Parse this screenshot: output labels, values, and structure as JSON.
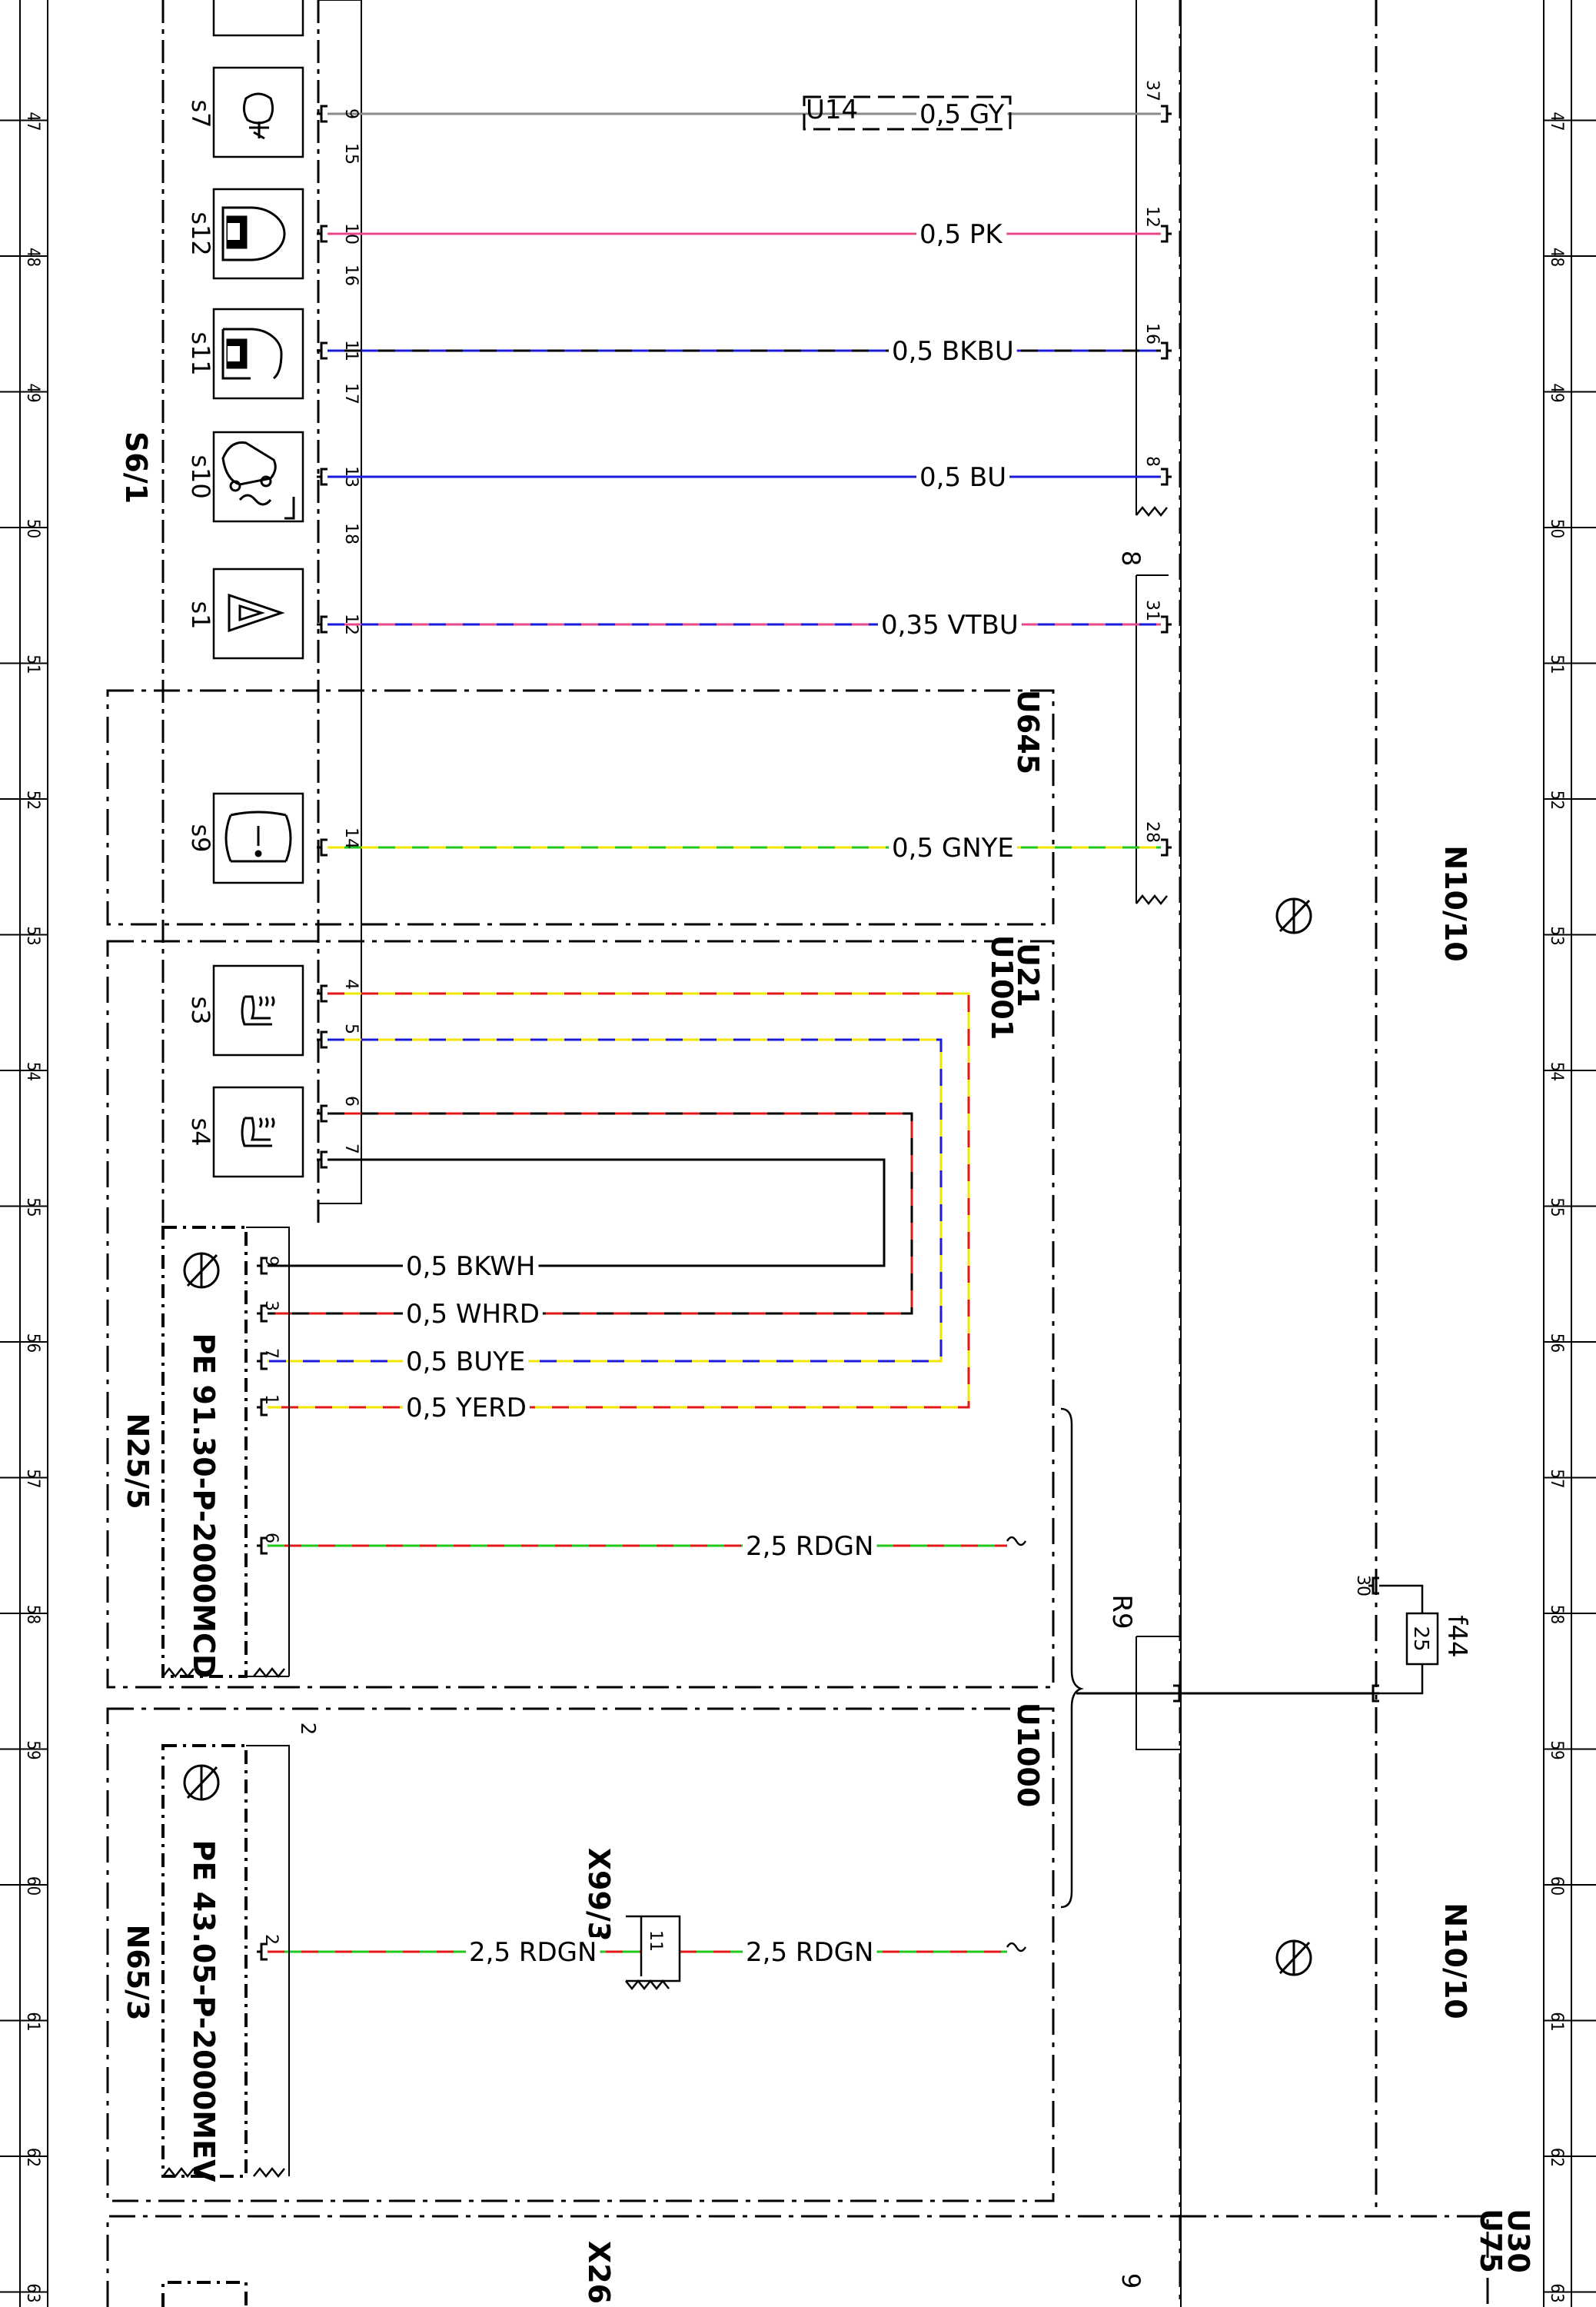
{
  "ruler": {
    "left_numbers": [
      "47",
      "48",
      "49",
      "50",
      "51",
      "52",
      "53",
      "54",
      "55",
      "56",
      "57",
      "58",
      "59",
      "60",
      "61",
      "62",
      "63"
    ],
    "right_numbers": [
      "47",
      "48",
      "49",
      "50",
      "51",
      "52",
      "53",
      "54",
      "55",
      "56",
      "57",
      "58",
      "59",
      "60",
      "61",
      "62",
      "63"
    ]
  },
  "component_labels": {
    "s6_1": "S6/1",
    "u645": "U645",
    "u21": "U21",
    "u1001": "U1001",
    "n25_5": "N25/5",
    "n25_5_pe": "PE 91.30-P-2000MCD",
    "n65_3": "N65/3",
    "n65_3_pe": "PE 43.05-P-2000MEV",
    "x99_3": "X99/3",
    "x26": "X26",
    "u1000": "U1000",
    "n10_10_top": "N10/10",
    "n10_10_bottom": "N10/10",
    "u30": "U30",
    "u75": "U75",
    "f44": "f44",
    "f44_rating": "25",
    "r9": "R9",
    "u14": "U14"
  },
  "switch_labels": [
    "s7",
    "s12",
    "s11",
    "s10",
    "s1",
    "s9",
    "s3",
    "s4"
  ],
  "pins_left_s6": [
    "9",
    "15",
    "10",
    "16",
    "11",
    "17",
    "13",
    "18",
    "12",
    "14",
    "4",
    "5",
    "6",
    "7"
  ],
  "pins_n25": [
    "9",
    "3",
    "7",
    "1",
    "6"
  ],
  "pins_n65": [
    "2",
    "2"
  ],
  "pins_right": [
    "37",
    "12",
    "16",
    "8",
    "31",
    "28"
  ],
  "misc_numbers": {
    "conn8": "8",
    "pin30": "30",
    "pin11": "11",
    "n65_top": "2",
    "x26_pin": "9"
  },
  "wire_labels": {
    "gy": "0,5 GY",
    "pk": "0,5 PK",
    "bkbu": "0,5 BKBU",
    "bu": "0,5 BU",
    "vtbu": "0,35 VTBU",
    "gnye": "0,5 GNYE",
    "bkwh": "0,5 BKWH",
    "whrd": "0,5 WHRD",
    "buye": "0,5 BUYE",
    "yerd": "0,5 YERD",
    "rdgn1": "2,5 RDGN",
    "rdgn2": "2,5 RDGN",
    "rdgn3": "2,5 RDGN"
  },
  "colors": {
    "gray": "#8a8a8a",
    "pink": "#e8488a",
    "blue": "#1a1ad8",
    "red": "#e01818",
    "yellow": "#f2e600",
    "green": "#22c81e",
    "black": "#000000"
  }
}
